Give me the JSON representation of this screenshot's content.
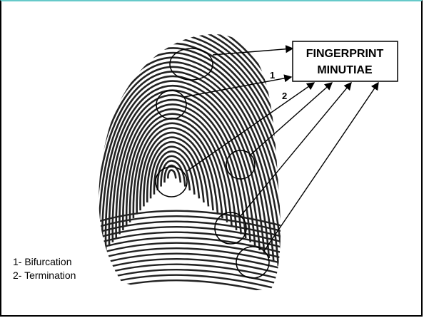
{
  "diagram": {
    "title_line1": "FINGERPRINT",
    "title_line2": "MINUTIAE",
    "marker_1": "1",
    "marker_2": "2",
    "legend": [
      "1- Bifurcation",
      "2- Termination"
    ]
  },
  "colors": {
    "frame_top": "#66c9c9",
    "ridge": "#222222",
    "line": "#000000"
  }
}
